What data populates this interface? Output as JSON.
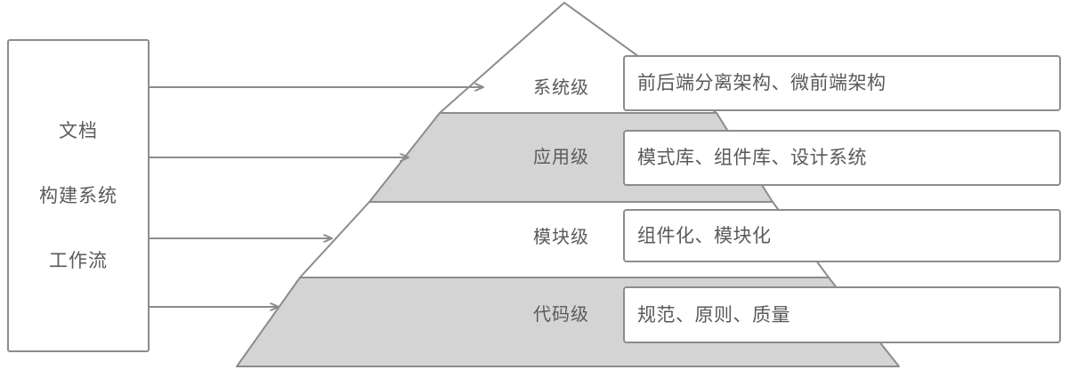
{
  "diagram": {
    "type": "pyramid-hierarchy-diagram",
    "colors": {
      "stroke": "#8c8c8c",
      "band_fill_gray": "#d4d4d4",
      "band_fill_white": "#ffffff",
      "text": "#5a5a5a",
      "background": "#ffffff"
    },
    "source_box": {
      "items": [
        {
          "label": "文档"
        },
        {
          "label": "构建系统"
        },
        {
          "label": "工作流"
        }
      ]
    },
    "connectors": [
      {
        "name": "arrow-to-system-level"
      },
      {
        "name": "arrow-to-application-level"
      },
      {
        "name": "arrow-to-module-level"
      },
      {
        "name": "arrow-to-code-level"
      }
    ],
    "levels": [
      {
        "label": "系统级",
        "detail": "前后端分离架构、微前端架构",
        "fill": "white"
      },
      {
        "label": "应用级",
        "detail": "模式库、组件库、设计系统",
        "fill": "gray"
      },
      {
        "label": "模块级",
        "detail": "组件化、模块化",
        "fill": "white"
      },
      {
        "label": "代码级",
        "detail": "规范、原则、质量",
        "fill": "gray"
      }
    ]
  }
}
